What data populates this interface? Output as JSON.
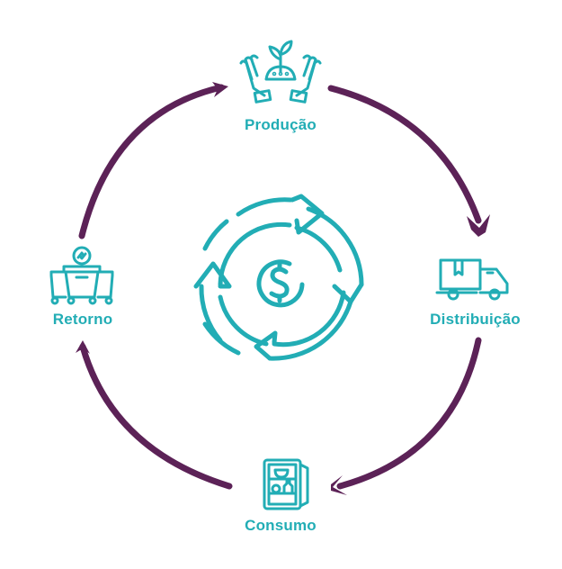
{
  "diagram": {
    "type": "circular-cycle",
    "colors": {
      "arrow": "#5c2257",
      "icon": "#22adb5",
      "label": "#22adb5",
      "background": "#ffffff"
    },
    "center": {
      "icon": "dollar-cycle-icon",
      "description": "money circulating arrows"
    },
    "stages": [
      {
        "id": "producao",
        "label": "Produção",
        "icon": "hands-holding-plant-icon",
        "position": "top"
      },
      {
        "id": "distribuicao",
        "label": "Distribuição",
        "icon": "delivery-truck-icon",
        "position": "right"
      },
      {
        "id": "consumo",
        "label": "Consumo",
        "icon": "refrigerator-icon",
        "position": "bottom"
      },
      {
        "id": "retorno",
        "label": "Retorno",
        "icon": "recycling-bins-icon",
        "position": "left"
      }
    ],
    "arrows": [
      {
        "from": "producao",
        "to": "distribuicao",
        "direction": "clockwise"
      },
      {
        "from": "distribuicao",
        "to": "consumo",
        "direction": "clockwise"
      },
      {
        "from": "consumo",
        "to": "retorno",
        "direction": "clockwise"
      },
      {
        "from": "retorno",
        "to": "producao",
        "direction": "clockwise"
      }
    ]
  }
}
